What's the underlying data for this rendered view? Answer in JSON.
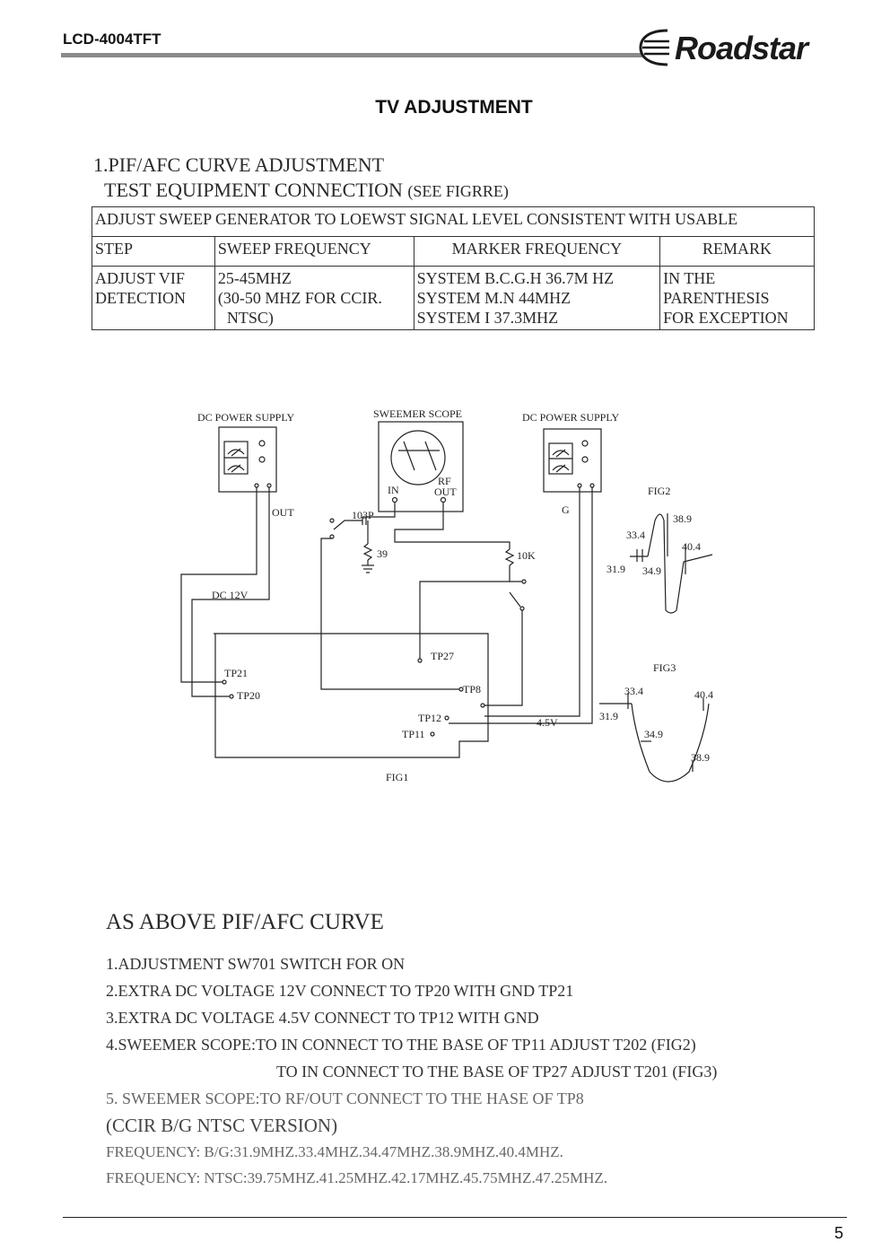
{
  "header": {
    "model": "LCD-4004TFT",
    "brand": "Roadstar"
  },
  "page_title": "TV ADJUSTMENT",
  "section1": {
    "title": "1.PIF/AFC CURVE ADJUSTMENT",
    "subtitle_main": "TEST EQUIPMENT CONNECTION ",
    "subtitle_note": "(SEE FIGRRE)"
  },
  "table": {
    "banner": "ADJUST SWEEP GENERATOR TO LOEWST SIGNAL LEVEL CONSISTENT WITH USABLE",
    "headers": [
      "STEP",
      "SWEEP FREQUENCY",
      "MARKER FREQUENCY",
      "REMARK"
    ],
    "row": {
      "step": [
        "ADJUST VIF",
        "DETECTION"
      ],
      "sweep": [
        "25-45MHZ",
        "(30-50 MHZ FOR CCIR.",
        "NTSC)"
      ],
      "marker": [
        "SYSTEM B.C.G.H 36.7M HZ",
        "SYSTEM M.N 44MHZ",
        "SYSTEM I 37.3MHZ"
      ],
      "remark": [
        "IN THE",
        "PARENTHESIS",
        "FOR EXCEPTION"
      ]
    }
  },
  "diagram": {
    "psu_left": "DC POWER SUPPLY",
    "scope": "SWEEMER SCOPE",
    "psu_right": "DC POWER SUPPLY",
    "scope_in": "IN",
    "scope_rf": "RF",
    "scope_out": "OUT",
    "out": "OUT",
    "g": "G",
    "cap": "103P",
    "res39": "39",
    "res10k": "10K",
    "dc12v": "DC 12V",
    "tp27": "TP27",
    "tp21": "TP21",
    "tp20": "TP20",
    "tp8": "TP8",
    "tp12": "TP12",
    "tp11": "TP11",
    "v45": "4.5V",
    "fig1": "FIG1",
    "fig2": {
      "label": "FIG2",
      "m389": "38.9",
      "m334": "33.4",
      "m404": "40.4",
      "m319": "31.9",
      "m349": "34.9"
    },
    "fig3": {
      "label": "FIG3",
      "m334": "33.4",
      "m404": "40.4",
      "m319": "31.9",
      "m349": "34.9",
      "m389": "38.9"
    }
  },
  "section2": {
    "title": "AS ABOVE PIF/AFC CURVE",
    "steps": [
      "1.ADJUSTMENT SW701 SWITCH FOR ON",
      "2.EXTRA DC VOLTAGE 12V CONNECT TO TP20 WITH GND TP21",
      "3.EXTRA DC VOLTAGE 4.5V CONNECT TO TP12 WITH GND",
      "4.SWEEMER SCOPE:TO IN CONNECT TO THE BASE OF TP11 ADJUST T202 (FIG2)",
      "TO IN CONNECT TO THE BASE OF TP27 ADJUST T201 (FIG3)",
      "5. SWEEMER SCOPE:TO RF/OUT CONNECT TO THE HASE OF TP8"
    ],
    "ccir": "(CCIR B/G NTSC VERSION)",
    "freq_bg": "FREQUENCY: B/G:31.9MHZ.33.4MHZ.34.47MHZ.38.9MHZ.40.4MHZ.",
    "freq_ntsc": "FREQUENCY: NTSC:39.75MHZ.41.25MHZ.42.17MHZ.45.75MHZ.47.25MHZ."
  },
  "footer": {
    "page_number": "5"
  }
}
